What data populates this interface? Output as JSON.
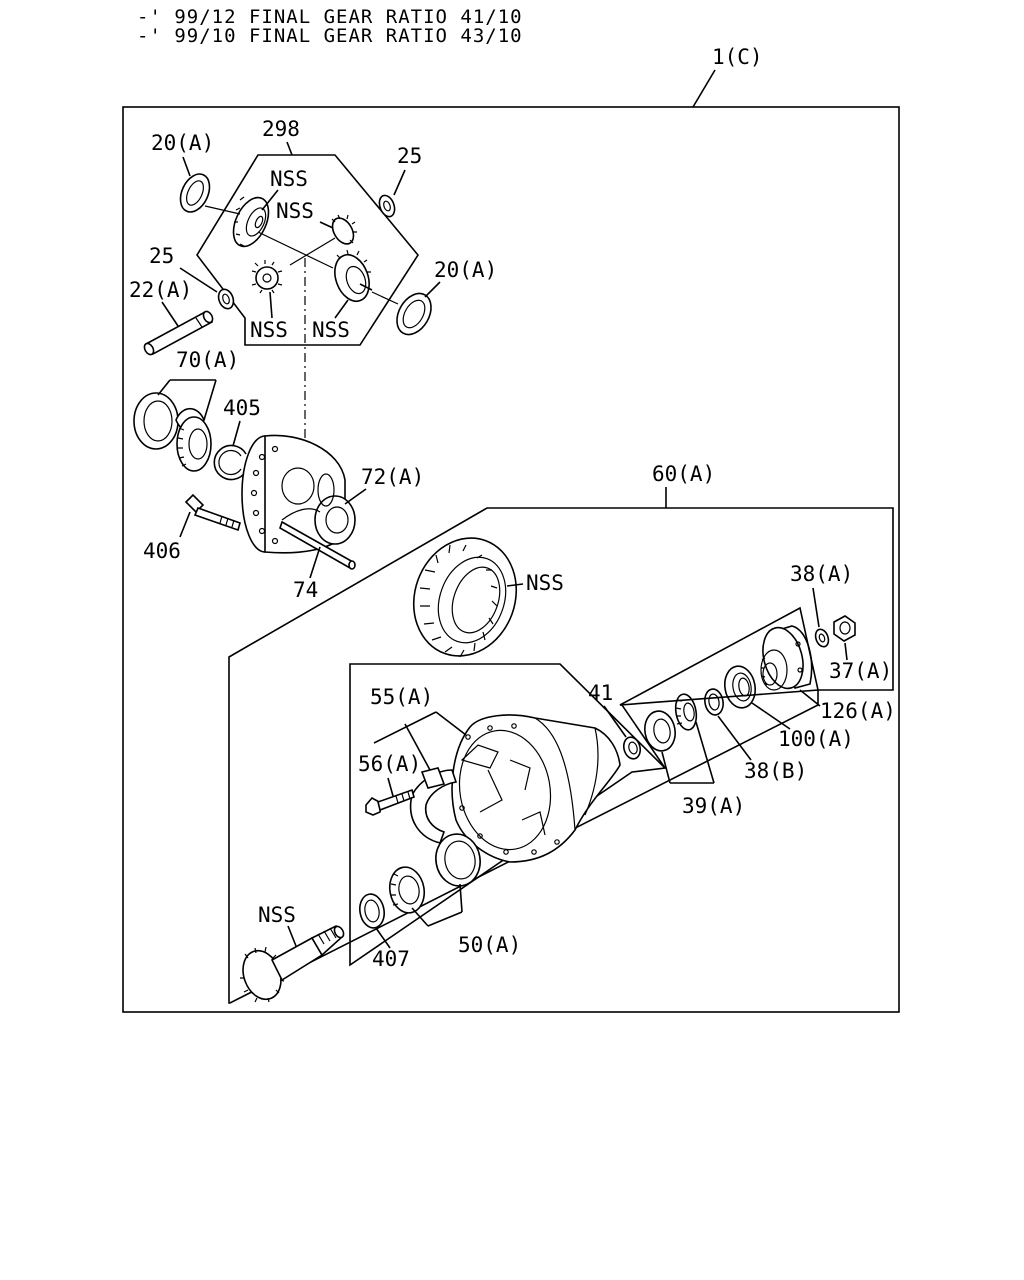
{
  "header": {
    "line1": "-' 99/12 FINAL GEAR RATIO 41/10",
    "line2": "-' 99/10 FINAL GEAR RATIO 43/10"
  },
  "assembly_label": "1(C)",
  "labels": {
    "p298": "298",
    "p20a_top": "20(A)",
    "p25_top": "25",
    "nss_1": "NSS",
    "nss_2": "NSS",
    "nss_3": "NSS",
    "nss_4": "NSS",
    "p20a_right": "20(A)",
    "p25_left": "25",
    "p22a": "22(A)",
    "p70a": "70(A)",
    "p405": "405",
    "p72a": "72(A)",
    "p406": "406",
    "p74": "74",
    "p60a": "60(A)",
    "nss_ring": "NSS",
    "p38a": "38(A)",
    "p37a": "37(A)",
    "p41": "41",
    "p126a": "126(A)",
    "p55a": "55(A)",
    "p100a": "100(A)",
    "p56a": "56(A)",
    "p38b": "38(B)",
    "p39a": "39(A)",
    "nss_pinion": "NSS",
    "p50a": "50(A)",
    "p407": "407"
  }
}
